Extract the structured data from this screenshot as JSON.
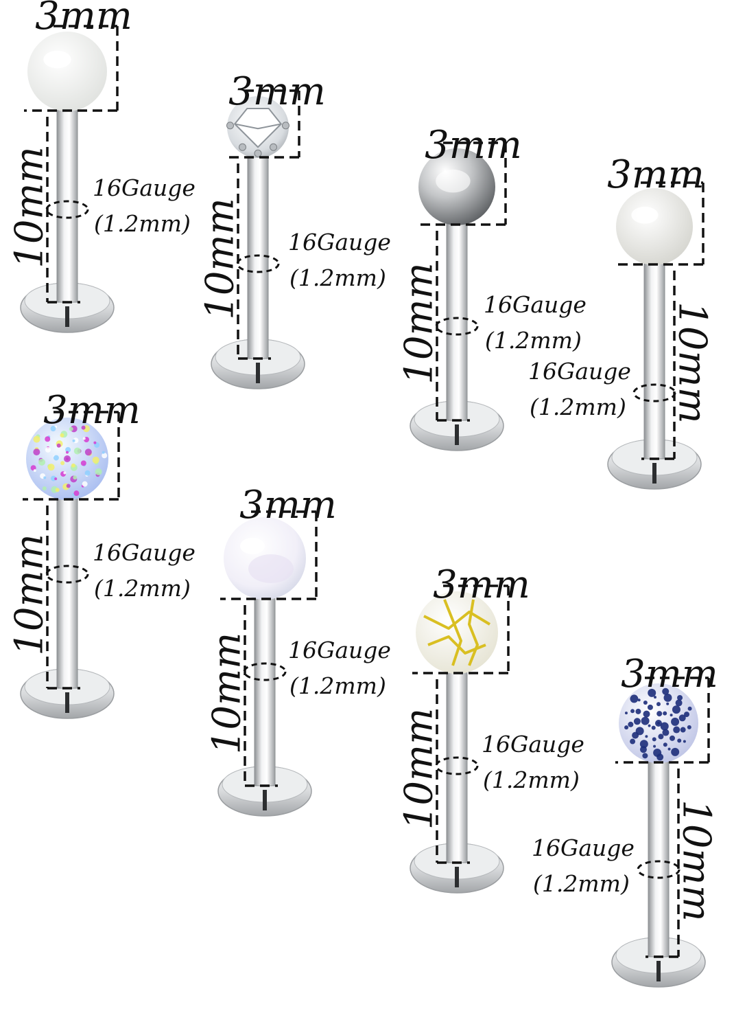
{
  "image": {
    "background": "#ffffff",
    "metal_color": "#c8cacc",
    "piercings": [
      {
        "ball_label": "3mm",
        "length_label": "10mm",
        "gauge_label": "16Gauge",
        "diameter_label": "(1.2mm)",
        "ball": "white-acrylic",
        "ball_colors": [
          "#ffffff",
          "#e4e6e3"
        ]
      },
      {
        "ball_label": "3mm",
        "length_label": "10mm",
        "gauge_label": "16Gauge",
        "diameter_label": "(1.2mm)",
        "ball": "clear-crystal",
        "ball_colors": [
          "#ffffff",
          "#bfc3c8"
        ]
      },
      {
        "ball_label": "3mm",
        "length_label": "10mm",
        "gauge_label": "16Gauge",
        "diameter_label": "(1.2mm)",
        "ball": "steel-ball",
        "ball_colors": [
          "#f4f4f4",
          "#7a7d80"
        ]
      },
      {
        "ball_label": "3mm",
        "length_label": "10mm",
        "gauge_label": "16Gauge",
        "diameter_label": "(1.2mm)",
        "ball": "pearl",
        "ball_colors": [
          "#fbfbf8",
          "#dadad4"
        ]
      },
      {
        "ball_label": "3mm",
        "length_label": "10mm",
        "gauge_label": "16Gauge",
        "diameter_label": "(1.2mm)",
        "ball": "speckled-opal",
        "ball_colors": [
          "#e9f2ff",
          "#b9c8f4"
        ]
      },
      {
        "ball_label": "3mm",
        "length_label": "10mm",
        "gauge_label": "16Gauge",
        "diameter_label": "(1.2mm)",
        "ball": "white-opal",
        "ball_colors": [
          "#ffffff",
          "#e2e4ef"
        ]
      },
      {
        "ball_label": "3mm",
        "length_label": "10mm",
        "gauge_label": "16Gauge",
        "diameter_label": "(1.2mm)",
        "ball": "gold-crackle",
        "ball_colors": [
          "#ffffff",
          "#ecebdc"
        ]
      },
      {
        "ball_label": "3mm",
        "length_label": "10mm",
        "gauge_label": "16Gauge",
        "diameter_label": "(1.2mm)",
        "ball": "navy-speckled",
        "ball_colors": [
          "#f3f4ff",
          "#c3c8e6"
        ]
      }
    ]
  }
}
